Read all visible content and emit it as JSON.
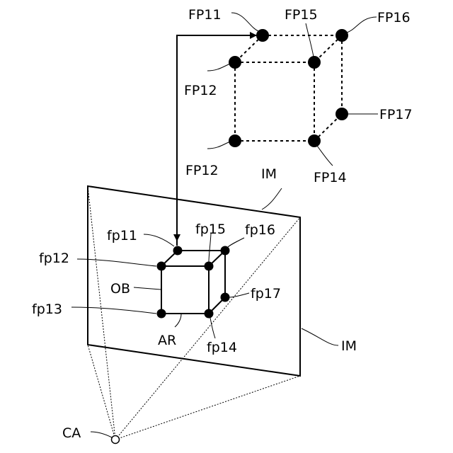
{
  "labels": {
    "FP11": "FP11",
    "FP15": "FP15",
    "FP16": "FP16",
    "FP12_top": "FP12",
    "FP17": "FP17",
    "FP12_bottom": "FP12",
    "FP14": "FP14",
    "IM_top": "IM",
    "fp11": "fp11",
    "fp15": "fp15",
    "fp16": "fp16",
    "fp12": "fp12",
    "OB": "OB",
    "fp17": "fp17",
    "fp13": "fp13",
    "AR": "AR",
    "fp14": "fp14",
    "IM_right": "IM",
    "CA": "CA"
  }
}
